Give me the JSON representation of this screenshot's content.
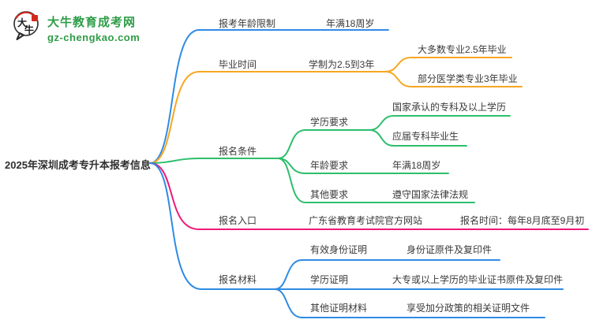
{
  "colors": {
    "blue": "#2F8BE4",
    "orange": "#F7A622",
    "green": "#2DBE6C",
    "pink": "#EE1A7A",
    "logo_green": "#2E9D47",
    "logo_red": "#D5281E",
    "ink": "#2b2b2b"
  },
  "logo": {
    "icon_chars": [
      "大",
      "牛"
    ],
    "title": "大牛教育成考网",
    "domain": "gz-chengkao.com"
  },
  "root": {
    "label": "2025年深圳成考专升本报考信息"
  },
  "branches": [
    {
      "label": "报考年龄限制",
      "value": "年满18周岁"
    },
    {
      "label": "毕业时间",
      "value": "学制为2.5到3年",
      "children": [
        "大多数专业2.5年毕业",
        "部分医学类专业3年毕业"
      ]
    },
    {
      "label": "报名条件",
      "children": [
        {
          "label": "学历要求",
          "children": [
            "国家承认的专科及以上学历",
            "应届专科毕业生"
          ]
        },
        {
          "label": "年龄要求",
          "value": "年满18周岁"
        },
        {
          "label": "其他要求",
          "value": "遵守国家法律法规"
        }
      ]
    },
    {
      "label": "报名入口",
      "value": "广东省教育考试院官方网站",
      "note": "报名时间：每年8月底至9月初"
    },
    {
      "label": "报名材料",
      "children": [
        {
          "label": "有效身份证明",
          "value": "身份证原件及复印件"
        },
        {
          "label": "学历证明",
          "value": "大专或以上学历的毕业证书原件及复印件"
        },
        {
          "label": "其他证明材料",
          "value": "享受加分政策的相关证明文件"
        }
      ]
    }
  ]
}
